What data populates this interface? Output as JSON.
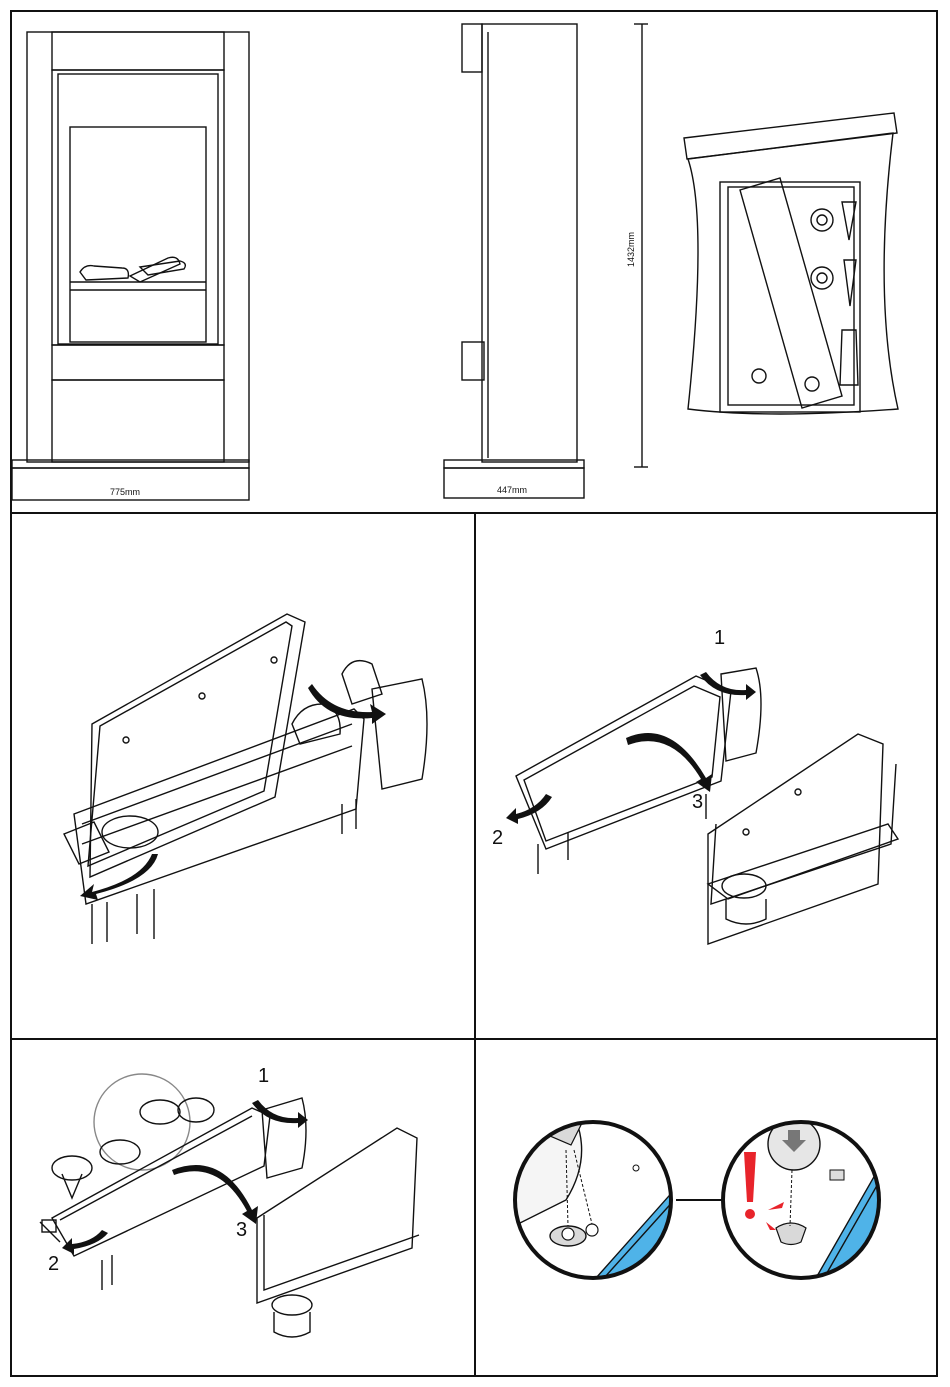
{
  "dimensions": {
    "width": "775mm",
    "depth": "447mm",
    "height": "1432mm"
  },
  "steps": {
    "panel_b": [
      "1",
      "2",
      "3"
    ],
    "panel_c": [
      "1",
      "2",
      "3"
    ]
  },
  "colors": {
    "line": "#111111",
    "warning_red": "#e8242b",
    "tray_blue": "#4fb3e8",
    "shade_gray": "#d9d9d9"
  }
}
